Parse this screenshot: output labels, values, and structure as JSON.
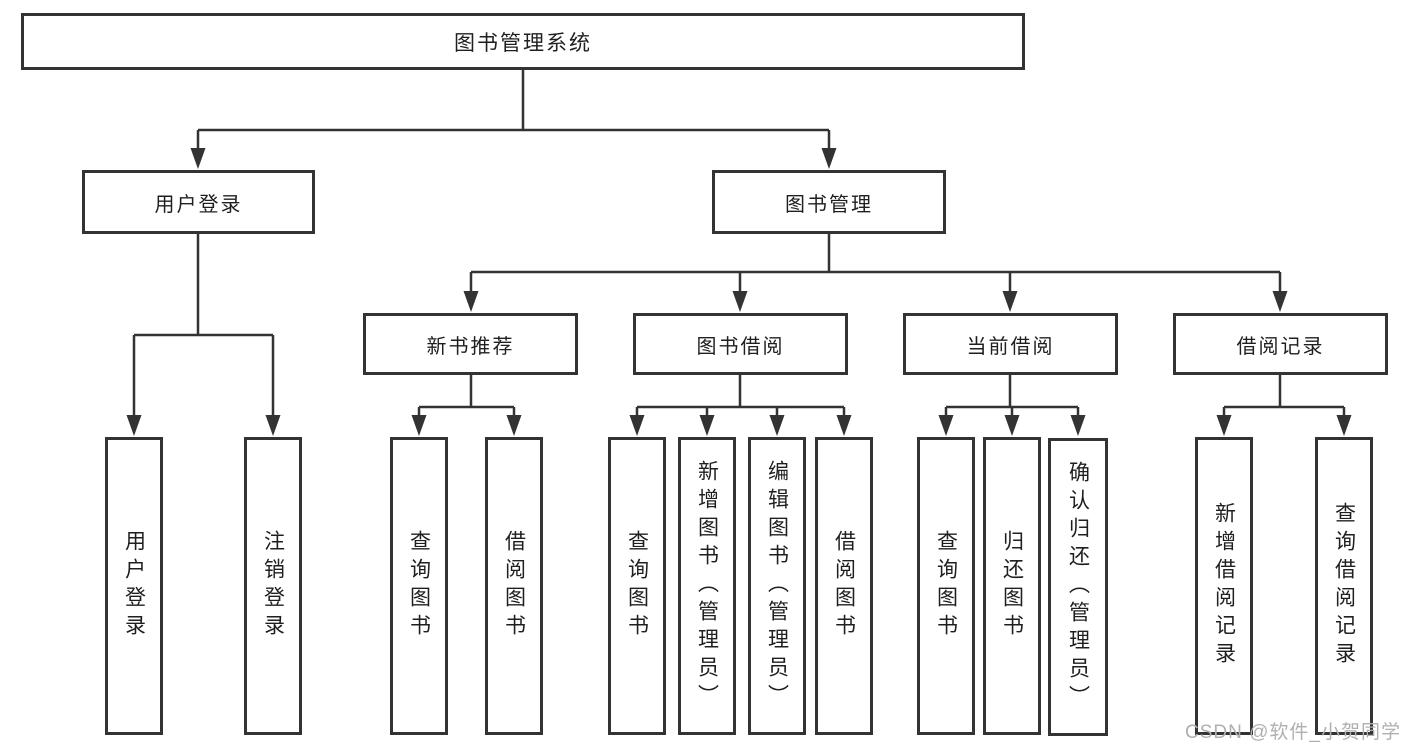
{
  "diagram": {
    "type": "hierarchy-tree",
    "tree": {
      "root": {
        "label": "图书管理系统",
        "children": [
          {
            "label": "用户登录",
            "children": [
              {
                "label": "用户登录"
              },
              {
                "label": "注销登录"
              }
            ]
          },
          {
            "label": "图书管理",
            "children": [
              {
                "label": "新书推荐",
                "children": [
                  {
                    "label": "查询图书"
                  },
                  {
                    "label": "借阅图书"
                  }
                ]
              },
              {
                "label": "图书借阅",
                "children": [
                  {
                    "label": "查询图书"
                  },
                  {
                    "label": "新增图书（管理员）"
                  },
                  {
                    "label": "编辑图书（管理员）"
                  },
                  {
                    "label": "借阅图书"
                  }
                ]
              },
              {
                "label": "当前借阅",
                "children": [
                  {
                    "label": "查询图书"
                  },
                  {
                    "label": "归还图书"
                  },
                  {
                    "label": "确认归还（管理员）"
                  }
                ]
              },
              {
                "label": "借阅记录",
                "children": [
                  {
                    "label": "新增借阅记录"
                  },
                  {
                    "label": "查询借阅记录"
                  }
                ]
              }
            ]
          }
        ]
      }
    },
    "colors": {
      "line": "#333333",
      "text": "#1f1f1f",
      "background": "#ffffff",
      "watermark": "#b0b0b0"
    }
  },
  "watermark": {
    "text": "CSDN @软件_小贺同学"
  }
}
